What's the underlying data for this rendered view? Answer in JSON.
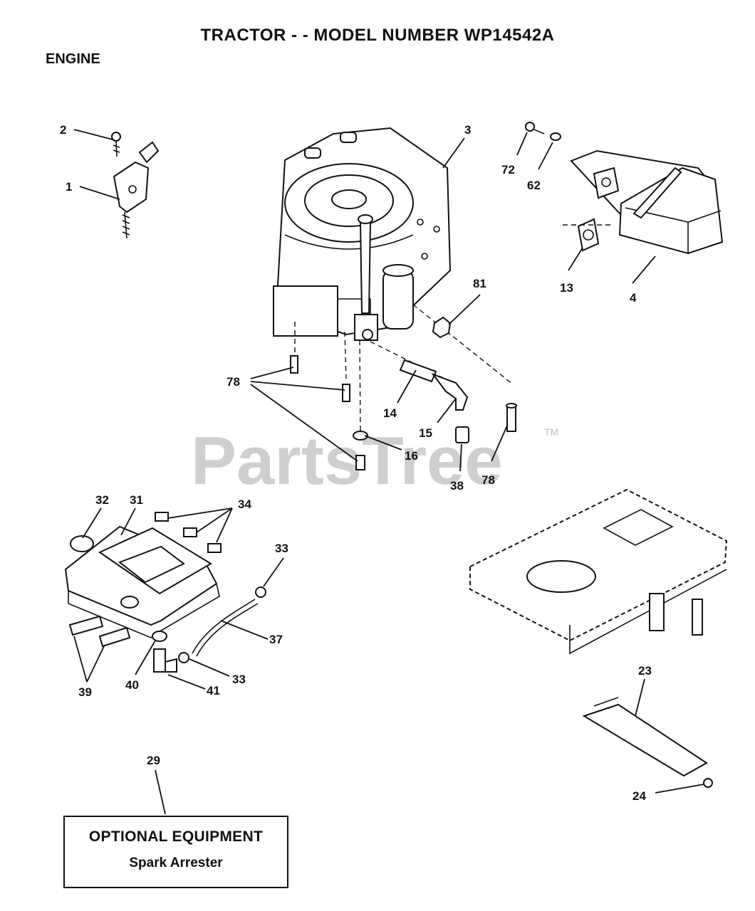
{
  "header": {
    "title": "TRACTOR - - MODEL NUMBER WP14542A",
    "section": "ENGINE"
  },
  "watermark": {
    "text": "PartsTree",
    "tm": "TM"
  },
  "callouts": {
    "c1": "1",
    "c2": "2",
    "c3": "3",
    "c4": "4",
    "c13": "13",
    "c14": "14",
    "c15": "15",
    "c16": "16",
    "c23": "23",
    "c24": "24",
    "c29": "29",
    "c31": "31",
    "c32": "32",
    "c33a": "33",
    "c33b": "33",
    "c34": "34",
    "c37": "37",
    "c38": "38",
    "c39": "39",
    "c40": "40",
    "c41": "41",
    "c62": "62",
    "c72": "72",
    "c78a": "78",
    "c78b": "78",
    "c81": "81"
  },
  "optional": {
    "title": "OPTIONAL EQUIPMENT",
    "item": "Spark Arrester"
  }
}
